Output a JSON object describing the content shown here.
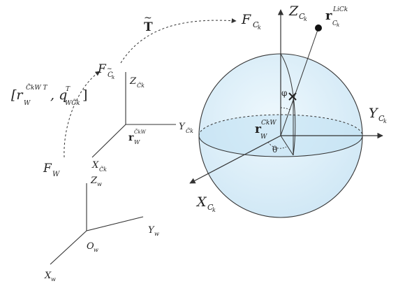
{
  "labels": {
    "T_tilde": "T",
    "F_C_top": "F",
    "F_C_top_sub": "C",
    "F_C_top_subsub": "k",
    "F_Ctilde": "F",
    "F_Ctilde_sub": "C",
    "F_Ctilde_subsub": "k",
    "F_W": "F",
    "F_W_sub": "W",
    "pose_bracket": "[r",
    "pose_sub": "W",
    "pose_sup": "C̃kW T",
    "pose_q": ", q",
    "pose_q_sup": "T",
    "pose_q_sub": "WC̃k",
    "pose_close": "]",
    "Z_Ctilde": "Z",
    "Z_Ctilde_sub": "C̃k",
    "Y_Ctilde": "Y",
    "Y_Ctilde_sub": "C̃k",
    "X_Ctilde": "X",
    "X_Ctilde_sub": "C̃k",
    "r_Ctilde": "r",
    "r_Ctilde_sub": "W",
    "r_Ctilde_sup": "C̃kW",
    "Z_w": "Z",
    "Z_w_sub": "w",
    "Y_w": "Y",
    "Y_w_sub": "w",
    "X_w": "X",
    "X_w_sub": "w",
    "O_w": "O",
    "O_w_sub": "w",
    "Z_Ck": "Z",
    "Z_Ck_sub": "C",
    "Z_Ck_subsub": "k",
    "Y_Ck": "Y",
    "Y_Ck_sub": "C",
    "Y_Ck_subsub": "k",
    "X_Ck": "X",
    "X_Ck_sub": "C",
    "X_Ck_subsub": "k",
    "r_LC": "r",
    "r_LC_sub": "C",
    "r_LC_subsub": "k",
    "r_LC_sup": "LiCk",
    "r_CW": "r",
    "r_CW_sub": "W",
    "r_CW_sup": "CkW",
    "phi": "φ",
    "theta": "θ"
  },
  "colors": {
    "sphere_fill": "#d6ecf7",
    "sphere_stroke": "#333333",
    "ellipse_fill": "#b9dcf0",
    "axis": "#333333"
  }
}
